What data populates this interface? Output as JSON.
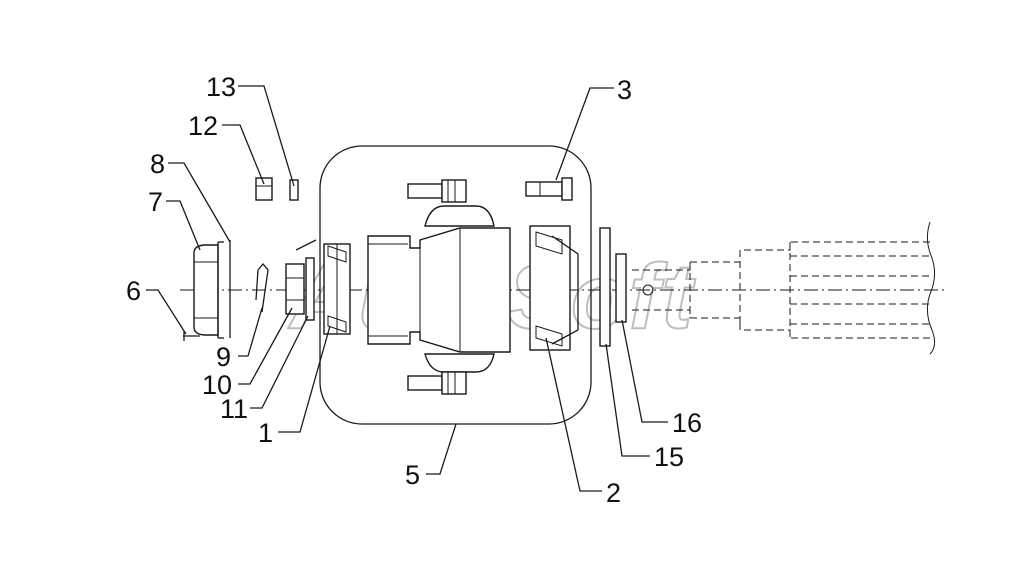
{
  "diagram": {
    "callouts": [
      {
        "id": "c1",
        "text": "1"
      },
      {
        "id": "c2",
        "text": "2"
      },
      {
        "id": "c3",
        "text": "3"
      },
      {
        "id": "c5",
        "text": "5"
      },
      {
        "id": "c6",
        "text": "6"
      },
      {
        "id": "c7",
        "text": "7"
      },
      {
        "id": "c8",
        "text": "8"
      },
      {
        "id": "c9",
        "text": "9"
      },
      {
        "id": "c10",
        "text": "10"
      },
      {
        "id": "c11",
        "text": "11"
      },
      {
        "id": "c12",
        "text": "12"
      },
      {
        "id": "c13",
        "text": "13"
      },
      {
        "id": "c15",
        "text": "15"
      },
      {
        "id": "c16",
        "text": "16"
      }
    ],
    "watermark": "AutoSoft"
  }
}
